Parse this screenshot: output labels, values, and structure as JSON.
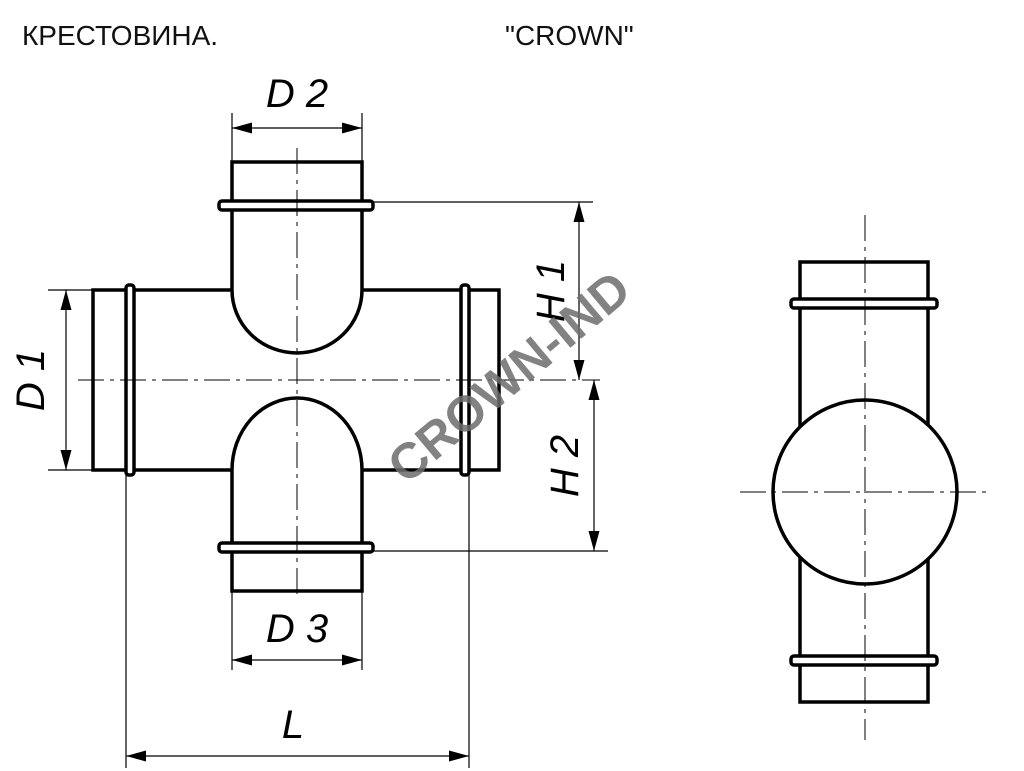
{
  "header": {
    "title_left": "КРЕСТОВИНА.",
    "title_right": "\"CROWN\""
  },
  "dimensions": {
    "d1": "D 1",
    "d2": "D 2",
    "d3": "D 3",
    "h1": "H 1",
    "h2": "H 2",
    "l": "L"
  },
  "watermark": "CROWN-IND",
  "colors": {
    "line": "#000000",
    "watermark": "#6d6d6d",
    "background": "#ffffff"
  }
}
